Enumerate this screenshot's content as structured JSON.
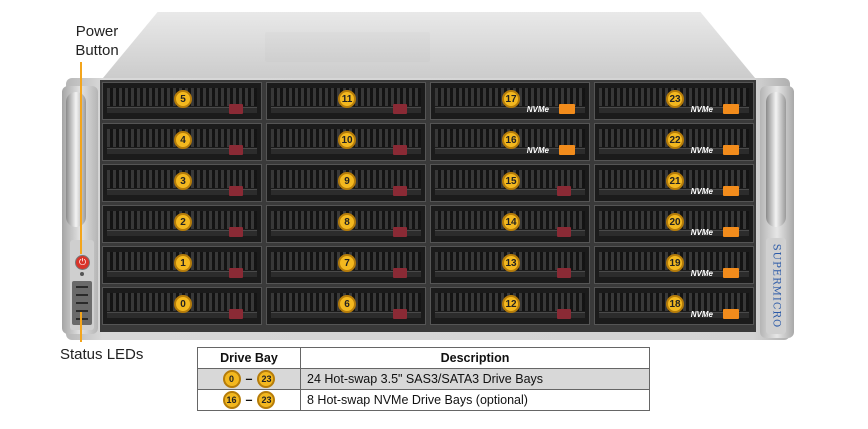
{
  "callouts": {
    "power_button": [
      "Power",
      "Button"
    ],
    "status_leds": "Status LEDs"
  },
  "brand": "SUPERMICRO",
  "colors": {
    "badge": "#f3b81f",
    "nvme_latch": "#f28c1c",
    "sata_latch": "#8a2a35",
    "callout_line": "#f3a51c",
    "power_button": "#d9342a"
  },
  "bays": {
    "columns": [
      {
        "rows": [
          "5",
          "4",
          "3",
          "2",
          "1",
          "0"
        ],
        "nvme": [
          false,
          false,
          false,
          false,
          false,
          false
        ]
      },
      {
        "rows": [
          "11",
          "10",
          "9",
          "8",
          "7",
          "6"
        ],
        "nvme": [
          false,
          false,
          false,
          false,
          false,
          false
        ]
      },
      {
        "rows": [
          "17",
          "16",
          "15",
          "14",
          "13",
          "12"
        ],
        "nvme": [
          true,
          true,
          false,
          false,
          false,
          false
        ]
      },
      {
        "rows": [
          "23",
          "22",
          "21",
          "20",
          "19",
          "18"
        ],
        "nvme": [
          true,
          true,
          true,
          true,
          true,
          true
        ]
      }
    ],
    "nvme_label": "NVMe"
  },
  "table": {
    "headers": [
      "Drive Bay",
      "Description"
    ],
    "rows": [
      {
        "from": "0",
        "to": "23",
        "dash": "–",
        "description": "24 Hot-swap 3.5\" SAS3/SATA3 Drive Bays"
      },
      {
        "from": "16",
        "to": "23",
        "dash": "–",
        "description": "8 Hot-swap NVMe Drive Bays (optional)"
      }
    ]
  }
}
